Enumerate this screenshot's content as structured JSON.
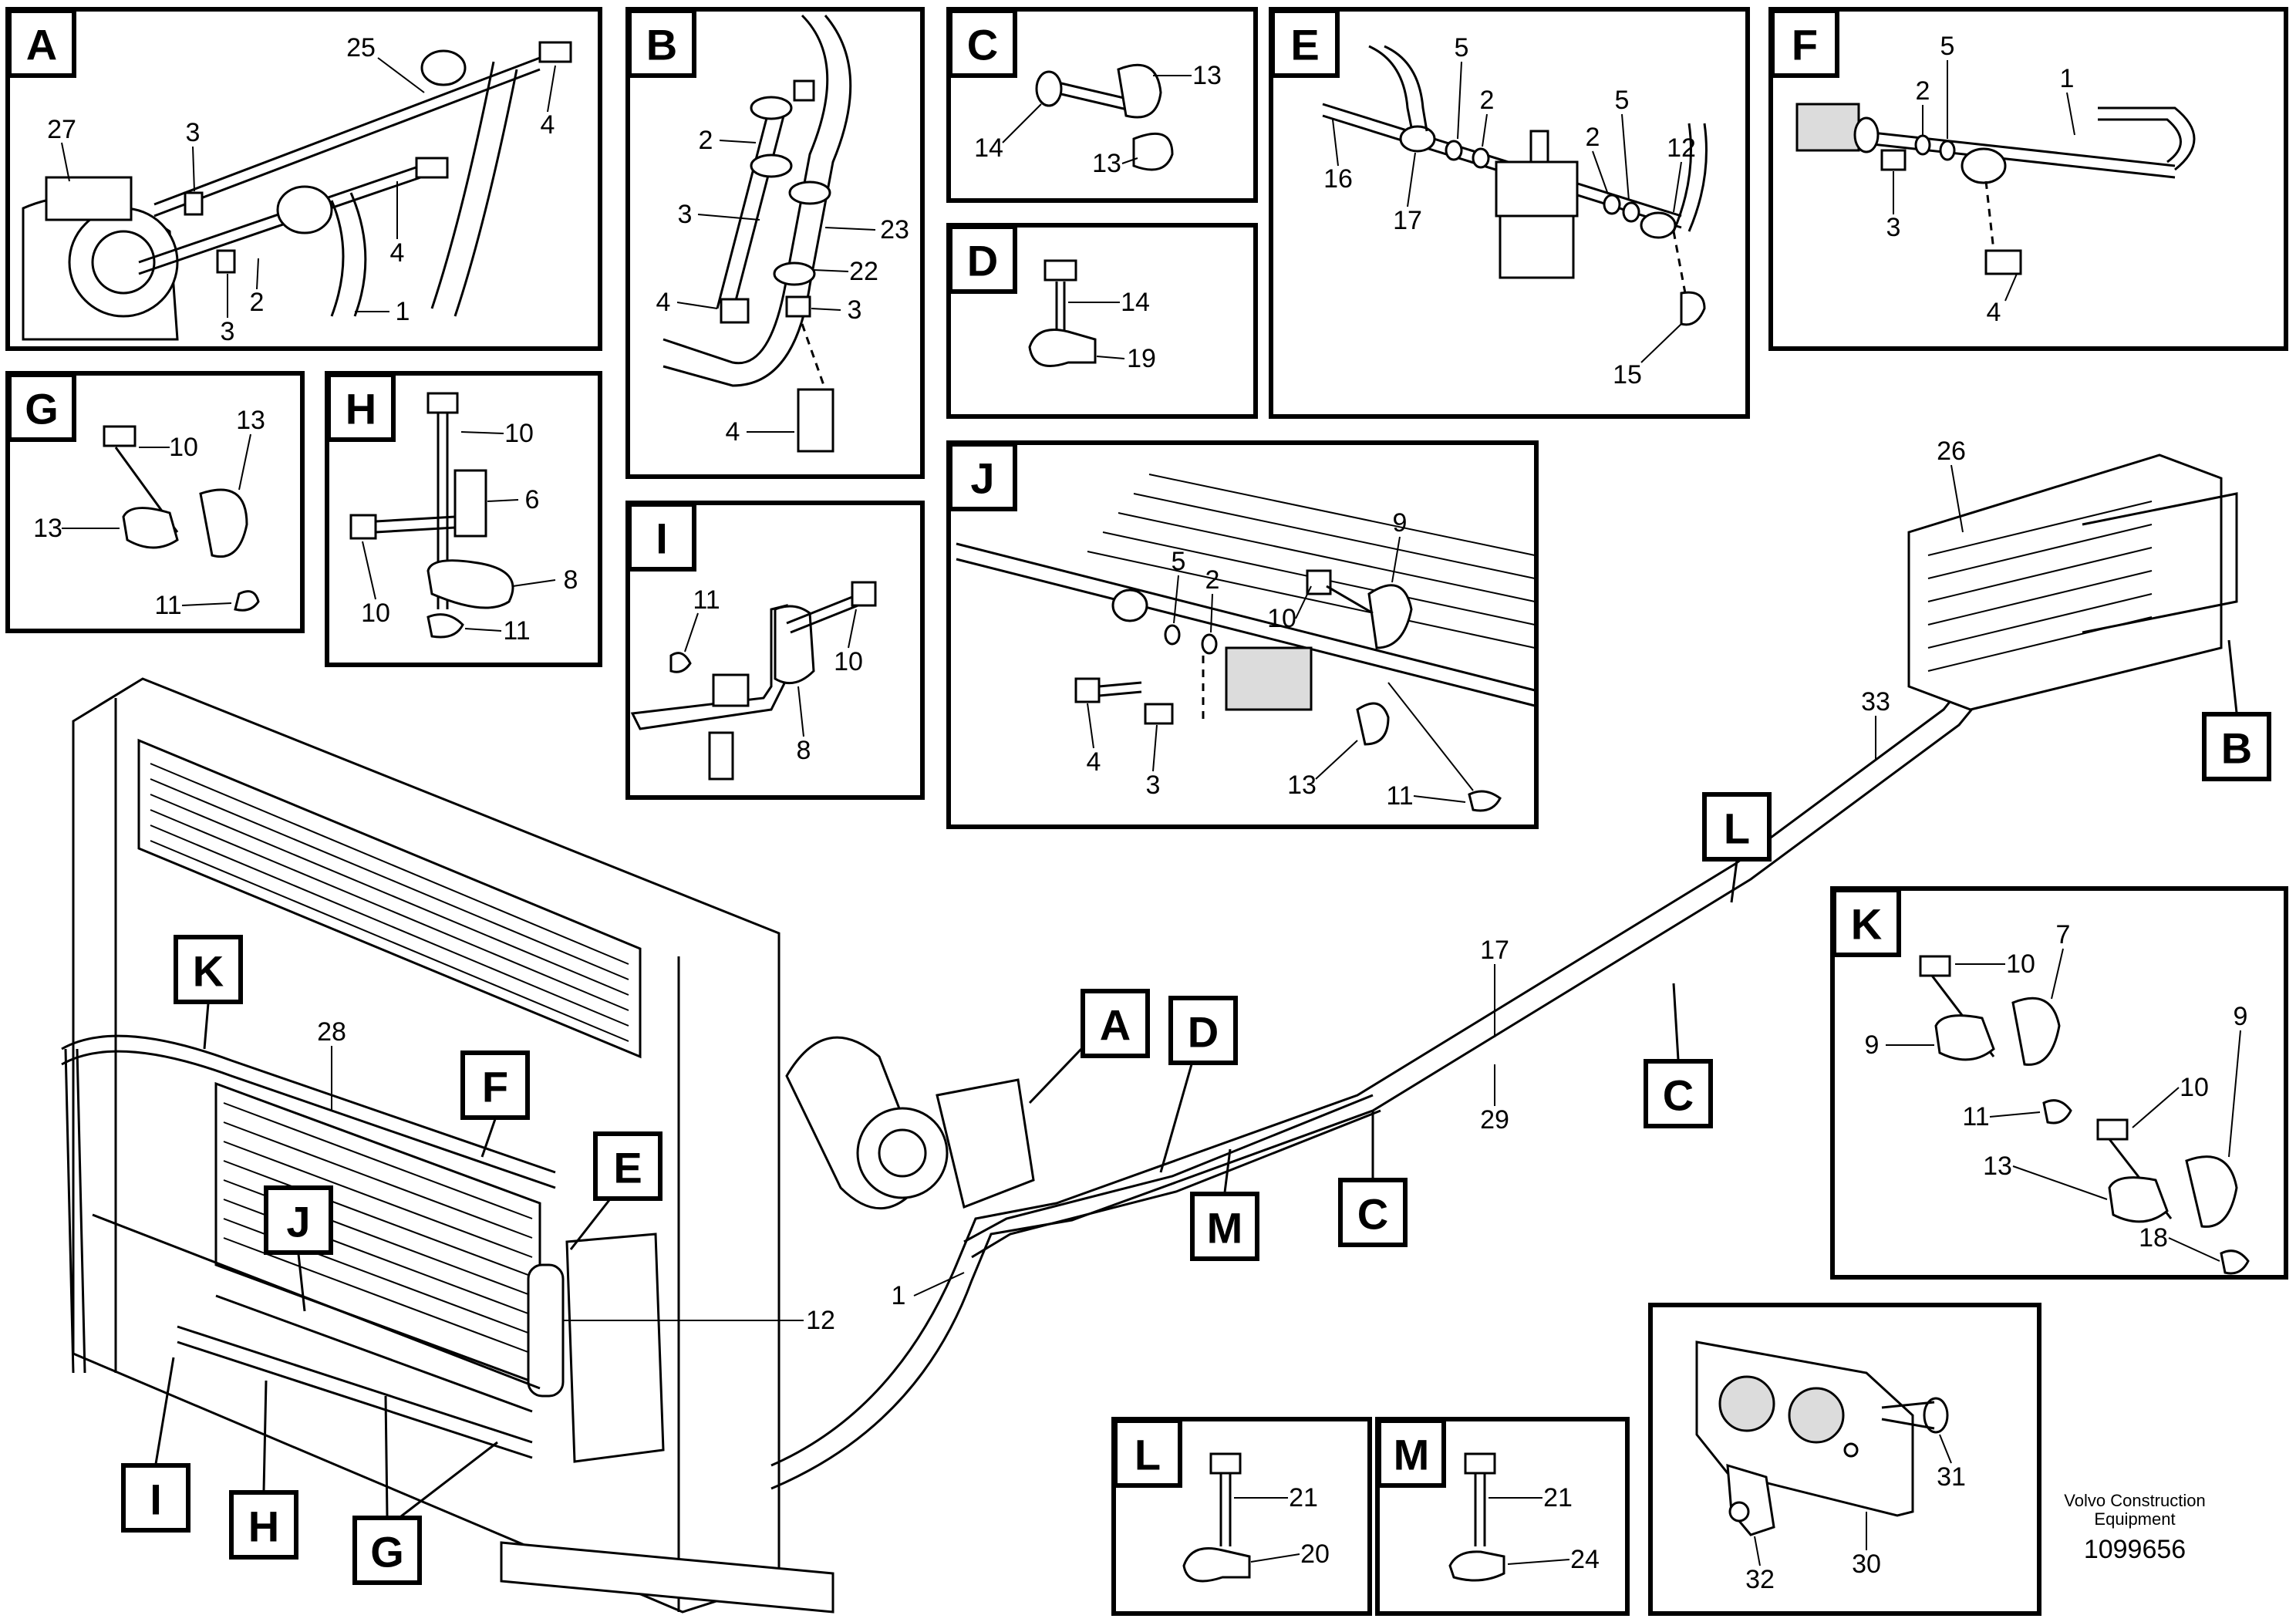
{
  "detail_labels": [
    "A",
    "B",
    "C",
    "D",
    "E",
    "F",
    "G",
    "H",
    "I",
    "J",
    "K",
    "L",
    "M"
  ],
  "callouts": {
    "A": [
      "25",
      "4",
      "27",
      "3",
      "4",
      "3",
      "2",
      "1"
    ],
    "B": [
      "2",
      "3",
      "23",
      "4",
      "22",
      "3",
      "4"
    ],
    "C": [
      "13",
      "14",
      "13"
    ],
    "D": [
      "14",
      "19"
    ],
    "E": [
      "5",
      "2",
      "5",
      "16",
      "17",
      "2",
      "12",
      "15"
    ],
    "F": [
      "5",
      "1",
      "2",
      "3",
      "4"
    ],
    "G": [
      "10",
      "13",
      "13",
      "11"
    ],
    "H": [
      "10",
      "6",
      "10",
      "8",
      "11"
    ],
    "I": [
      "11",
      "10",
      "8"
    ],
    "J": [
      "9",
      "5",
      "2",
      "10",
      "4",
      "3",
      "13",
      "11"
    ],
    "K": [
      "10",
      "7",
      "9",
      "9",
      "10",
      "11",
      "13",
      "18"
    ],
    "L": [
      "21",
      "20"
    ],
    "M": [
      "21",
      "24"
    ],
    "P": [
      "31",
      "32",
      "30"
    ],
    "main": [
      "26",
      "33",
      "17",
      "29",
      "28",
      "12",
      "1"
    ]
  },
  "main_tags": [
    "K",
    "F",
    "E",
    "J",
    "I",
    "H",
    "G",
    "A",
    "D",
    "M",
    "C",
    "C",
    "L",
    "B"
  ],
  "footer": {
    "credit_line1": "Volvo Construction",
    "credit_line2": "Equipment",
    "doc_number": "1099656"
  }
}
